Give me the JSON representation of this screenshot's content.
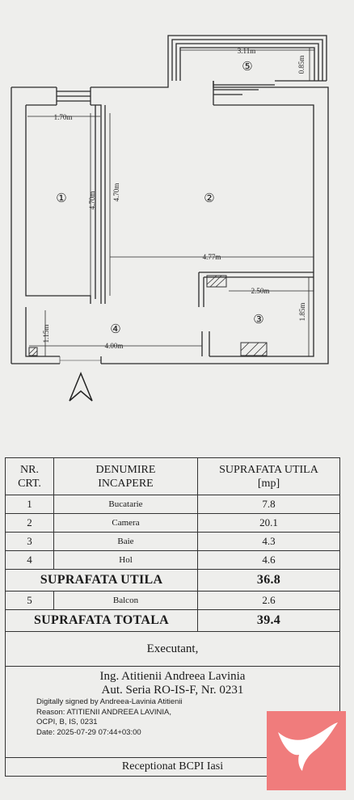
{
  "plan": {
    "dimensions": {
      "balcony_width": "3.11m",
      "balcony_depth": "0.85m",
      "kitchen_width": "1.70m",
      "kitchen_length": "4.70m",
      "room_length": "4.70m",
      "room_width": "4.77m",
      "bath_width": "2.50m",
      "bath_depth": "1.85m",
      "hall_width": "4.00m",
      "hall_depth": "1.15m"
    },
    "rooms": {
      "r1": "①",
      "r2": "②",
      "r3": "③",
      "r4": "④",
      "r5": "⑤"
    }
  },
  "table": {
    "header": {
      "nr": [
        "NR.",
        "CRT."
      ],
      "name": [
        "DENUMIRE",
        "INCAPERE"
      ],
      "area": [
        "SUPRAFATA UTILA",
        "[mp]"
      ]
    },
    "rows": [
      {
        "nr": "1",
        "name": "Bucatarie",
        "value": "7.8"
      },
      {
        "nr": "2",
        "name": "Camera",
        "value": "20.1"
      },
      {
        "nr": "3",
        "name": "Baie",
        "value": "4.3"
      },
      {
        "nr": "4",
        "name": "Hol",
        "value": "4.6"
      }
    ],
    "subtotal": {
      "label": "SUPRAFATA UTILA",
      "value": "36.8"
    },
    "balcony": {
      "nr": "5",
      "name": "Balcon",
      "value": "2.6"
    },
    "total": {
      "label": "SUPRAFATA TOTALA",
      "value": "39.4"
    },
    "executant": "Executant,",
    "signature": {
      "engineer": "Ing. Atitienii Andreea Lavinia",
      "authorization": "Aut. Seria RO-IS-F, Nr. 0231",
      "digital_lines": [
        "Digitally signed by Andreea-Lavinia Atitienii",
        "Reason: ATITIENII ANDREEA LAVINIA,",
        "OCPI, B, IS, 0231",
        "Date: 2025-07-29 07:44+03:00"
      ]
    },
    "received": "Receptionat BCPI Iasi"
  },
  "logo": {
    "background": "#f07c7c",
    "foreground": "#ffffff"
  }
}
